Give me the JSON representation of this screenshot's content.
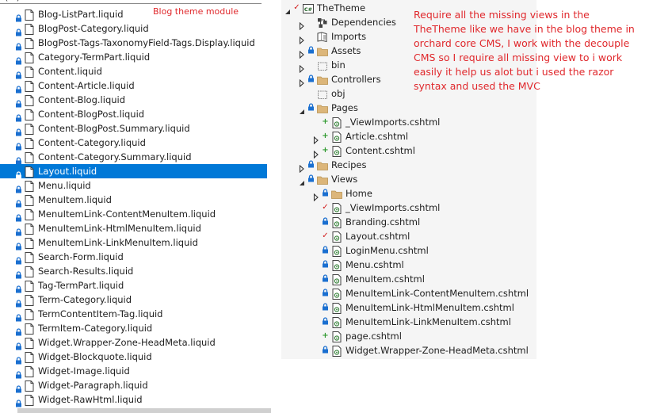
{
  "left_panel": {
    "module_label": "Blog theme module",
    "top_cut_text": "(...)",
    "selected_index": 11,
    "files": [
      "Blog-ListPart.liquid",
      "BlogPost-Category.liquid",
      "BlogPost-Tags-TaxonomyField-Tags.Display.liquid",
      "Category-TermPart.liquid",
      "Content.liquid",
      "Content-Article.liquid",
      "Content-Blog.liquid",
      "Content-BlogPost.liquid",
      "Content-BlogPost.Summary.liquid",
      "Content-Category.liquid",
      "Content-Category.Summary.liquid",
      "Layout.liquid",
      "Menu.liquid",
      "MenuItem.liquid",
      "MenuItemLink-ContentMenuItem.liquid",
      "MenuItemLink-HtmlMenuItem.liquid",
      "MenuItemLink-LinkMenuItem.liquid",
      "Search-Form.liquid",
      "Search-Results.liquid",
      "Tag-TermPart.liquid",
      "Term-Category.liquid",
      "TermContentItem-Tag.liquid",
      "TermItem-Category.liquid",
      "Widget.Wrapper-Zone-HeadMeta.liquid",
      "Widget-Blockquote.liquid",
      "Widget-Image.liquid",
      "Widget-Paragraph.liquid",
      "Widget-RawHtml.liquid"
    ]
  },
  "right_panel": {
    "tree": [
      {
        "label": "TheTheme",
        "icon": "csharp-project-icon",
        "expander": "expanded",
        "status": "check-red",
        "depth": 0
      },
      {
        "label": "Dependencies",
        "icon": "dependencies-icon",
        "expander": "collapsed",
        "status": "none",
        "depth": 1
      },
      {
        "label": "Imports",
        "icon": "imports-icon",
        "expander": "collapsed",
        "status": "none",
        "depth": 1
      },
      {
        "label": "Assets",
        "icon": "folder-icon",
        "expander": "collapsed",
        "status": "lock",
        "depth": 1
      },
      {
        "label": "bin",
        "icon": "folder-outline-icon",
        "expander": "collapsed",
        "status": "none",
        "depth": 1
      },
      {
        "label": "Controllers",
        "icon": "folder-icon",
        "expander": "collapsed",
        "status": "lock",
        "depth": 1
      },
      {
        "label": "obj",
        "icon": "folder-outline-icon",
        "expander": "none",
        "status": "none",
        "depth": 1
      },
      {
        "label": "Pages",
        "icon": "folder-icon",
        "expander": "expanded",
        "status": "lock",
        "depth": 1
      },
      {
        "label": "_ViewImports.cshtml",
        "icon": "razor-file-icon",
        "expander": "none",
        "status": "plus",
        "depth": 2
      },
      {
        "label": "Article.cshtml",
        "icon": "razor-file-icon",
        "expander": "collapsed",
        "status": "plus",
        "depth": 2
      },
      {
        "label": "Content.cshtml",
        "icon": "razor-file-icon",
        "expander": "collapsed",
        "status": "plus",
        "depth": 2
      },
      {
        "label": "Recipes",
        "icon": "folder-icon",
        "expander": "collapsed",
        "status": "lock",
        "depth": 1
      },
      {
        "label": "Views",
        "icon": "folder-icon",
        "expander": "expanded",
        "status": "lock",
        "depth": 1
      },
      {
        "label": "Home",
        "icon": "folder-icon",
        "expander": "collapsed",
        "status": "lock",
        "depth": 2
      },
      {
        "label": "_ViewImports.cshtml",
        "icon": "razor-file-icon",
        "expander": "none",
        "status": "check-red",
        "depth": 2
      },
      {
        "label": "Branding.cshtml",
        "icon": "razor-file-icon",
        "expander": "none",
        "status": "lock",
        "depth": 2
      },
      {
        "label": "Layout.cshtml",
        "icon": "razor-file-icon",
        "expander": "none",
        "status": "check-red",
        "depth": 2
      },
      {
        "label": "LoginMenu.cshtml",
        "icon": "razor-file-icon",
        "expander": "none",
        "status": "lock",
        "depth": 2
      },
      {
        "label": "Menu.cshtml",
        "icon": "razor-file-icon",
        "expander": "none",
        "status": "lock",
        "depth": 2
      },
      {
        "label": "MenuItem.cshtml",
        "icon": "razor-file-icon",
        "expander": "none",
        "status": "lock",
        "depth": 2
      },
      {
        "label": "MenuItemLink-ContentMenuItem.cshtml",
        "icon": "razor-file-icon",
        "expander": "none",
        "status": "lock",
        "depth": 2
      },
      {
        "label": "MenuItemLink-HtmlMenuItem.cshtml",
        "icon": "razor-file-icon",
        "expander": "none",
        "status": "lock",
        "depth": 2
      },
      {
        "label": "MenuItemLink-LinkMenuItem.cshtml",
        "icon": "razor-file-icon",
        "expander": "none",
        "status": "lock",
        "depth": 2
      },
      {
        "label": "page.cshtml",
        "icon": "razor-file-icon",
        "expander": "none",
        "status": "plus",
        "depth": 2
      },
      {
        "label": "Widget.Wrapper-Zone-HeadMeta.cshtml",
        "icon": "razor-file-icon",
        "expander": "none",
        "status": "lock",
        "depth": 2
      }
    ]
  },
  "annotation": {
    "text": "Require all the missing views in the TheTheme like we have in the blog theme in orchard core CMS, I work with the decouple CMS so I require all missing view to i work easily it help us alot but i used the razor syntax and used the MVC"
  },
  "colors": {
    "selection": "#0078d7",
    "annotation_red": "#e0282c",
    "lock_blue": "#1a6fd0",
    "check_red": "#d11a1a",
    "plus_green": "#2f9a2f",
    "folder": "#dcb67a",
    "right_bg": "#f5f5f5"
  }
}
